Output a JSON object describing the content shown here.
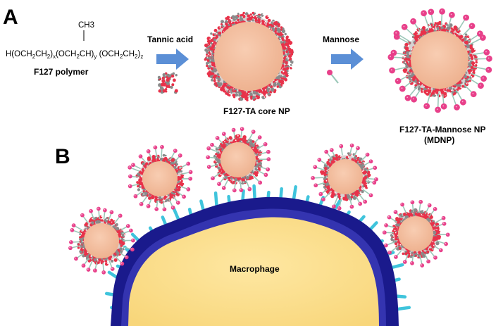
{
  "panel_a": {
    "label": "A",
    "formula": {
      "ch3": "CH3",
      "parts": [
        {
          "t": "H(OCH"
        },
        {
          "t": "2",
          "sub": true
        },
        {
          "t": "CH"
        },
        {
          "t": "2",
          "sub": true
        },
        {
          "t": ")"
        },
        {
          "t": "x",
          "sub": true
        },
        {
          "t": "(OCH"
        },
        {
          "t": "2",
          "sub": true
        },
        {
          "t": "CH)"
        },
        {
          "t": "y",
          "sub": true
        },
        {
          "t": " (OCH"
        },
        {
          "t": "2",
          "sub": true
        },
        {
          "t": "CH"
        },
        {
          "t": "2",
          "sub": true
        },
        {
          "t": ")"
        },
        {
          "t": "z",
          "sub": true
        }
      ]
    },
    "polymer_label": "F127 polymer",
    "step1_label": "Tannic acid",
    "core_label": "F127-TA core NP",
    "step2_label": "Mannose",
    "final_label_line1": "F127-TA-Mannose NP",
    "final_label_line2": "(MDNP)"
  },
  "panel_b": {
    "label": "B",
    "cell_label": "Macrophage"
  },
  "colors": {
    "core": "#f5bf9e",
    "tannic_red": "#e8324a",
    "tannic_gray": "#8a8a8a",
    "mannose_pink": "#e8408a",
    "stem": "#9bc7b8",
    "arrow": "#5b8fd6",
    "membrane": "#1a1a8c",
    "cytoplasm": "#fde08a",
    "receptor": "#3fc4dc"
  }
}
